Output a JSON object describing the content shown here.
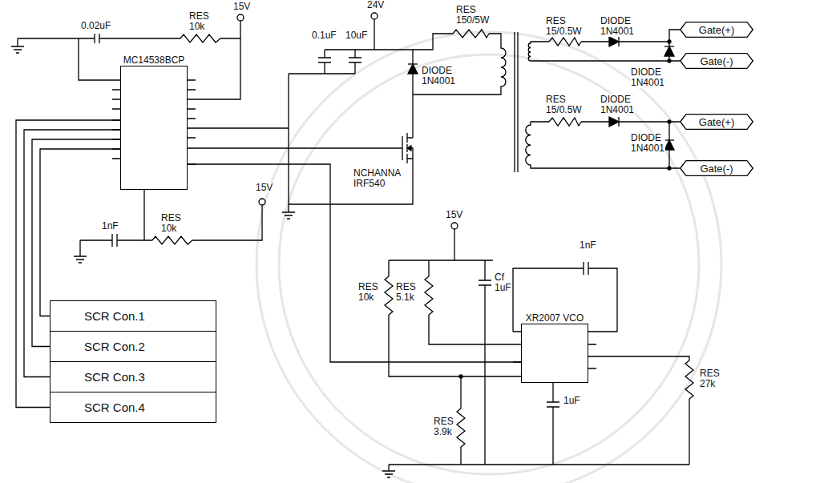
{
  "diagram": {
    "nodes": [
      {
        "text": [
          "MC14538BCP"
        ]
      },
      {
        "text": [
          "Gate(+)"
        ]
      },
      {
        "text": [
          "Gate(-)"
        ]
      },
      {
        "text": [
          "Gate(+)"
        ]
      },
      {
        "text": [
          "Gate(-)"
        ]
      },
      {
        "text": [
          "XR2007 VCO"
        ]
      },
      {
        "text": [
          "SCR Con.1"
        ]
      },
      {
        "text": [
          "SCR Con.2"
        ]
      },
      {
        "text": [
          "SCR Con.3"
        ]
      },
      {
        "text": [
          "SCR Con.4"
        ]
      }
    ],
    "edges": [
      {
        "from": 6,
        "to": 0,
        "arrow": "none"
      },
      {
        "from": 7,
        "to": 0,
        "arrow": "none"
      },
      {
        "from": 8,
        "to": 0,
        "arrow": "none"
      },
      {
        "from": 9,
        "to": 0,
        "arrow": "none"
      },
      {
        "from": 5,
        "to": 0,
        "arrow": "none"
      }
    ],
    "labels": [
      "0.02uF",
      "RES 10k",
      "15V",
      "24V",
      "RES 150/5W",
      "0.1uF",
      "10uF",
      "DIODE 1N4001",
      "RES 15/0.5W",
      "DIODE 1N4001",
      "DIODE 1N4001",
      "RES 15/0.5W",
      "DIODE 1N4001",
      "DIODE 1N4001",
      "NCHANNA IRF540",
      "15V",
      "1nF",
      "RES 10k",
      "15V",
      "1nF",
      "RES 10k",
      "RES 5.1k",
      "Cf 1uF",
      "1uF",
      "RES 27k",
      "RES 3.9k"
    ]
  }
}
